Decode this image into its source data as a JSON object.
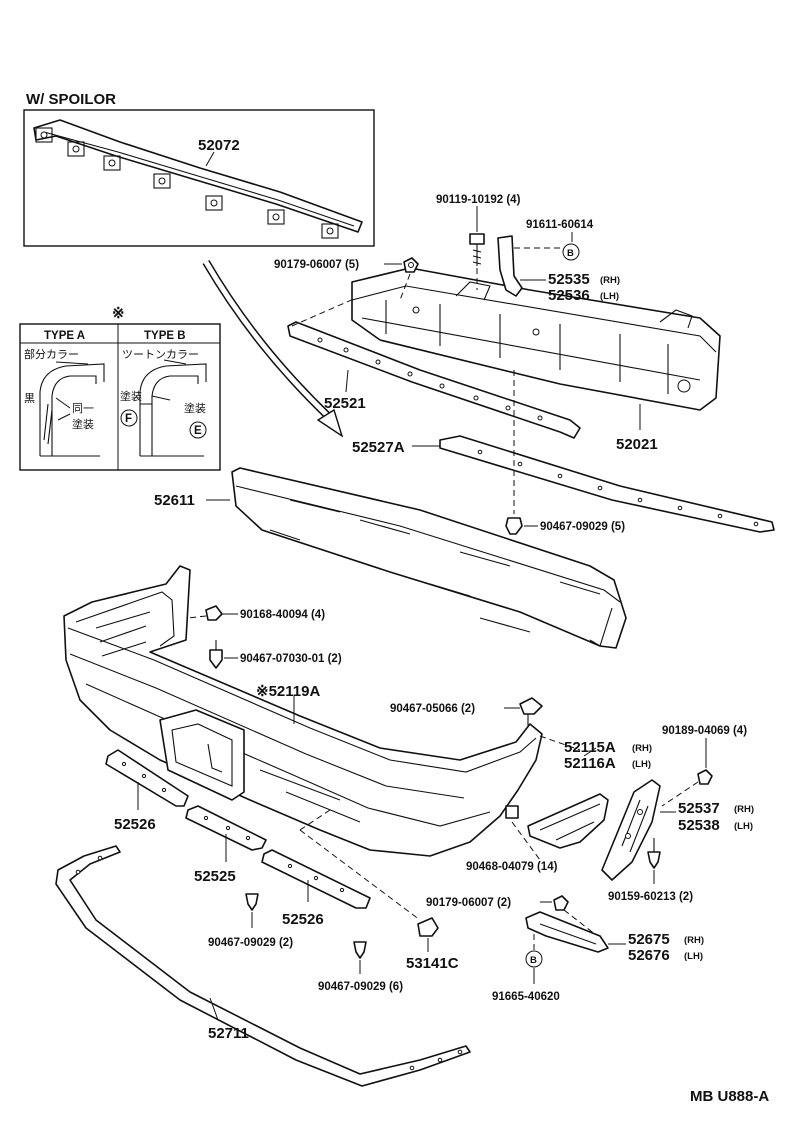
{
  "spoiler_group": {
    "title": "W/ SPOILOR",
    "part": "52072"
  },
  "legend": {
    "mark": "※",
    "type_a": {
      "title": "TYPE A",
      "caption": "部分カラー",
      "color_label": "黒",
      "note_line1": "同一",
      "note_line2": "塗装"
    },
    "type_b": {
      "title": "TYPE B",
      "caption": "ツートンカラー",
      "paint_left": "塗装",
      "paint_right": "塗装",
      "code_left": "F",
      "code_right": "E"
    }
  },
  "labels": {
    "p90119": "90119-10192 (4)",
    "p91611": "91611-60614",
    "p90179a": "90179-06007 (5)",
    "p52535": "52535",
    "p52535_side": "(RH)",
    "p52536": "52536",
    "p52536_side": "(LH)",
    "p52521": "52521",
    "p52021": "52021",
    "p52527A": "52527A",
    "p90467_09029_5": "90467-09029 (5)",
    "p52611": "52611",
    "p90168": "90168-40094 (4)",
    "p90467_07030": "90467-07030-01 (2)",
    "p52119A": "※52119A",
    "p90467_05066": "90467-05066 (2)",
    "p90189": "90189-04069 (4)",
    "p52115A": "52115A",
    "p52115A_side": "(RH)",
    "p52116A": "52116A",
    "p52116A_side": "(LH)",
    "p52537": "52537",
    "p52537_side": "(RH)",
    "p52538": "52538",
    "p52538_side": "(LH)",
    "p52526_left": "52526",
    "p52525": "52525",
    "p52526_right": "52526",
    "p90468": "90468-04079 (14)",
    "p90159": "90159-60213 (2)",
    "p90179b": "90179-06007 (2)",
    "p90467_09029_2": "90467-09029 (2)",
    "p53141C": "53141C",
    "p52675": "52675",
    "p52675_side": "(RH)",
    "p52676": "52676",
    "p52676_side": "(LH)",
    "p90467_09029_6": "90467-09029 (6)",
    "p91665": "91665-40620",
    "p52711": "52711",
    "marker_b1": "B",
    "marker_b2": "B"
  },
  "footer": {
    "code": "MB  U888-A"
  }
}
